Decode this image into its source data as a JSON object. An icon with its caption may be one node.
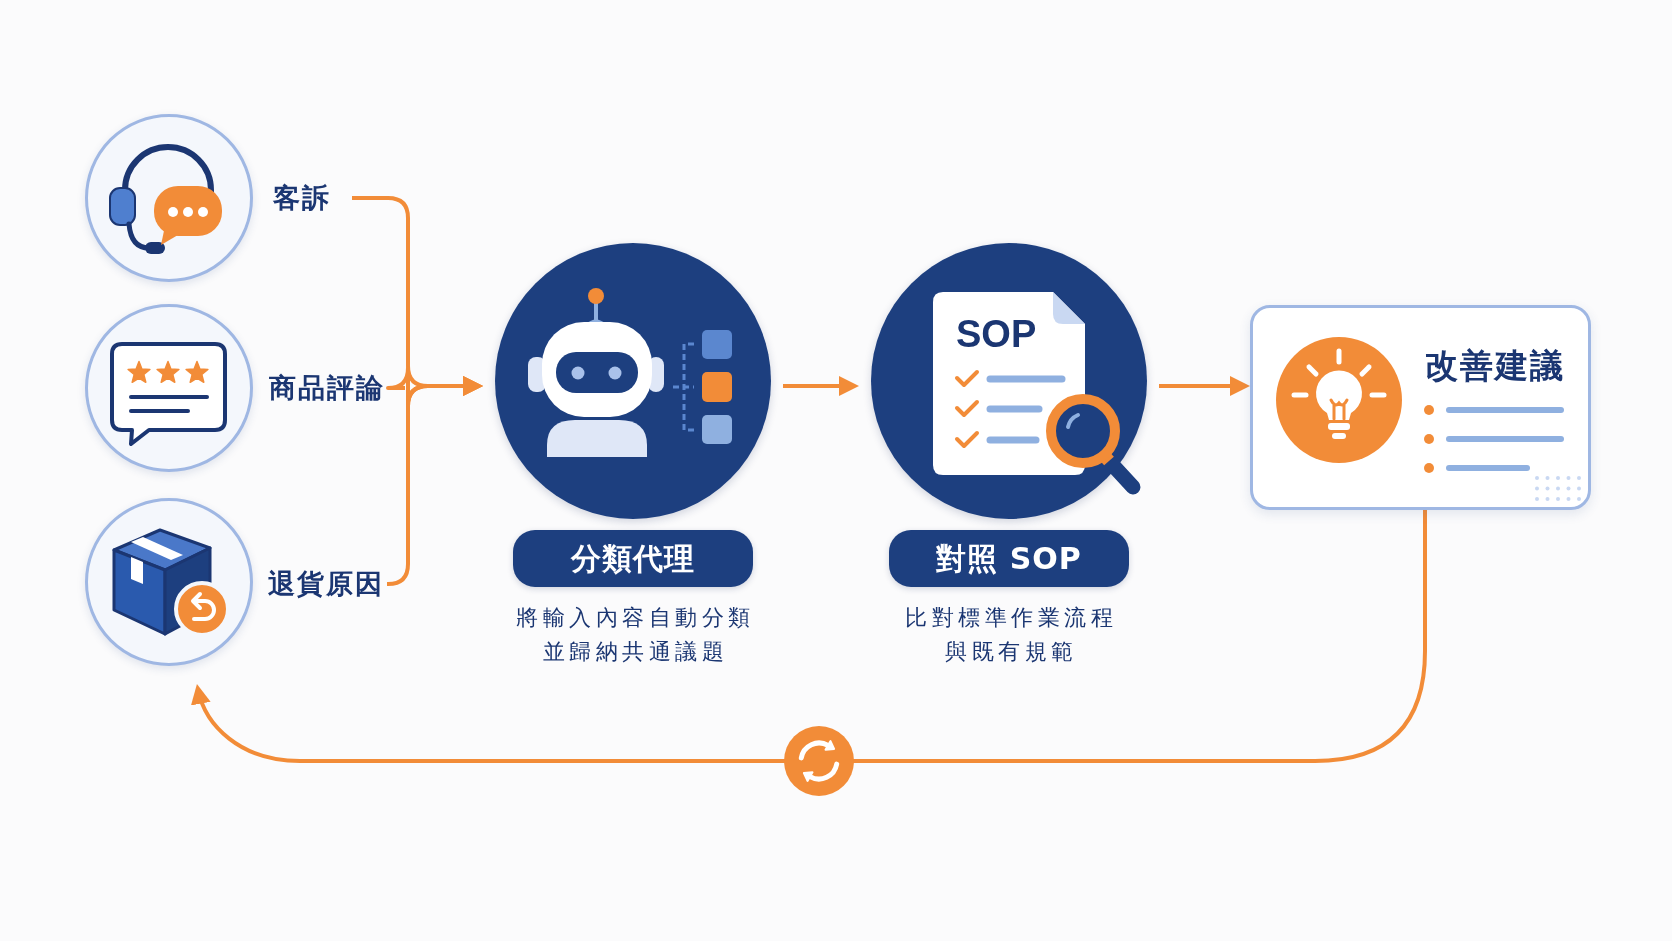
{
  "diagram": {
    "nodes": [
      {
        "text": [
          "客訴"
        ]
      },
      {
        "text": [
          "商品評論"
        ]
      },
      {
        "text": [
          "退貨原因"
        ]
      },
      {
        "text": [
          "分類代理",
          "將輸入內容自動分類並歸納共通議題"
        ]
      },
      {
        "text": [
          "SOP",
          "對照 SOP",
          "比對標準作業流程與既有規範"
        ]
      },
      {
        "text": [
          "改善建議"
        ]
      }
    ],
    "edges": [
      {
        "from": 0,
        "to": 3,
        "arrow": "to"
      },
      {
        "from": 1,
        "to": 3,
        "arrow": "to"
      },
      {
        "from": 2,
        "to": 3,
        "arrow": "to"
      },
      {
        "from": 3,
        "to": 4,
        "arrow": "to"
      },
      {
        "from": 4,
        "to": 5,
        "arrow": "to"
      },
      {
        "from": 5,
        "to": 2,
        "arrow": "to"
      }
    ]
  }
}
